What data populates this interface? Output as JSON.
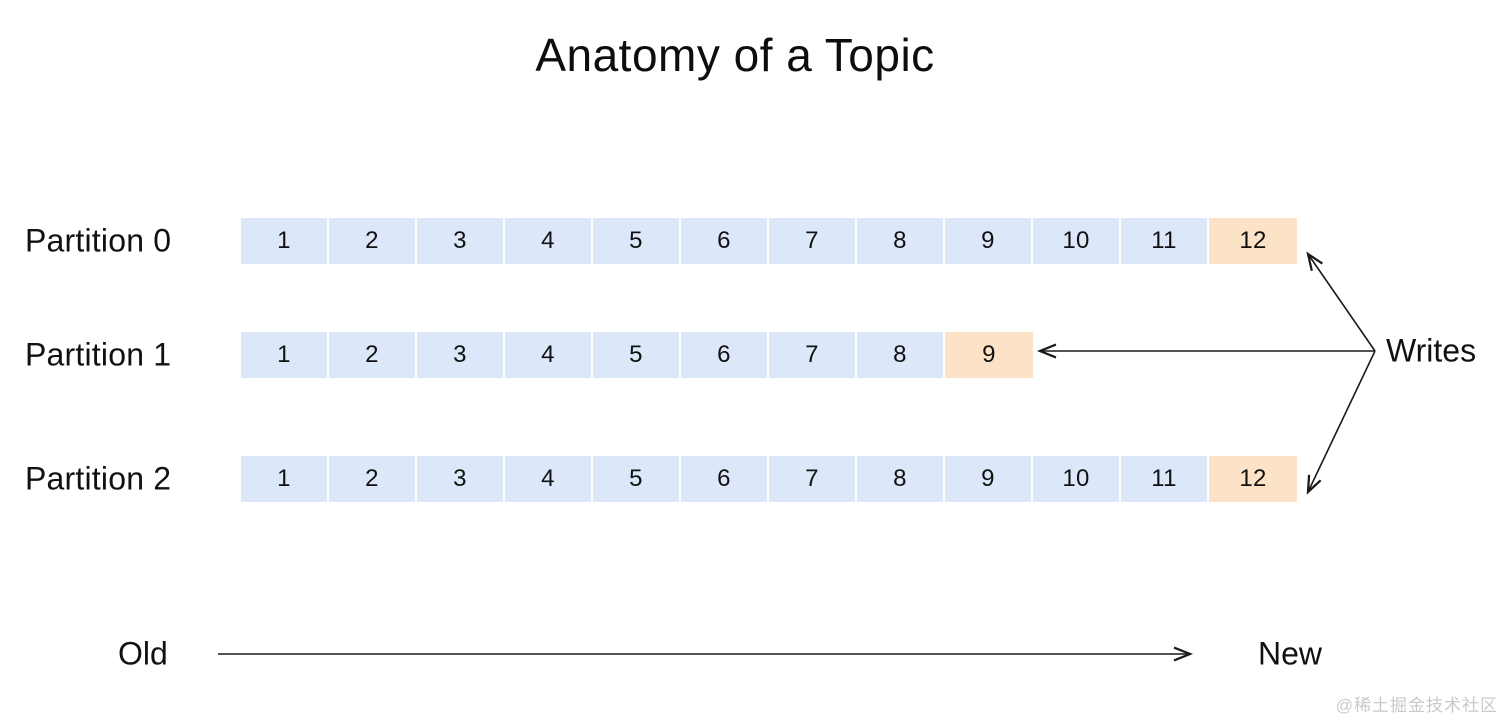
{
  "diagram": {
    "title": "Anatomy of a Topic",
    "colors": {
      "background": "#ffffff",
      "cell_blue": "#dce8fa",
      "cell_highlight_orange": "#fce3c8",
      "text": "#111111",
      "stroke": "#1a1a1a",
      "watermark": "#c9c9c9"
    }
  },
  "partitions": [
    {
      "label": "Partition 0",
      "cells": [
        "1",
        "2",
        "3",
        "4",
        "5",
        "6",
        "7",
        "8",
        "9",
        "10",
        "11",
        "12"
      ],
      "highlight_index": 11
    },
    {
      "label": "Partition 1",
      "cells": [
        "1",
        "2",
        "3",
        "4",
        "5",
        "6",
        "7",
        "8",
        "9"
      ],
      "highlight_index": 8
    },
    {
      "label": "Partition 2",
      "cells": [
        "1",
        "2",
        "3",
        "4",
        "5",
        "6",
        "7",
        "8",
        "9",
        "10",
        "11",
        "12"
      ],
      "highlight_index": 11
    }
  ],
  "writes": {
    "label": "Writes",
    "arrow_icon": "writes-fan-arrows-icon"
  },
  "timeline": {
    "old_label": "Old",
    "new_label": "New",
    "arrow_icon": "right-arrow-icon"
  },
  "watermark": {
    "text": "@稀土掘金技术社区"
  },
  "chart_data": {
    "type": "diagram",
    "title": "Anatomy of a Topic",
    "description": "Kafka topic partition log diagram: three partitions shown as horizontal arrays of numbered offsets; the newest (tail) offset cell in each partition is highlighted and receives writes.",
    "categories": [
      "Partition 0",
      "Partition 1",
      "Partition 2"
    ],
    "values": [
      12,
      9,
      12
    ],
    "series": [
      {
        "name": "Partition 0",
        "offsets": [
          1,
          2,
          3,
          4,
          5,
          6,
          7,
          8,
          9,
          10,
          11,
          12
        ],
        "write_offset": 12
      },
      {
        "name": "Partition 1",
        "offsets": [
          1,
          2,
          3,
          4,
          5,
          6,
          7,
          8,
          9
        ],
        "write_offset": 9
      },
      {
        "name": "Partition 2",
        "offsets": [
          1,
          2,
          3,
          4,
          5,
          6,
          7,
          8,
          9,
          10,
          11,
          12
        ],
        "write_offset": 12
      }
    ],
    "annotations": [
      "Writes",
      "Old",
      "New"
    ],
    "xlabel": "Old → New",
    "ylabel": "",
    "legend": []
  }
}
